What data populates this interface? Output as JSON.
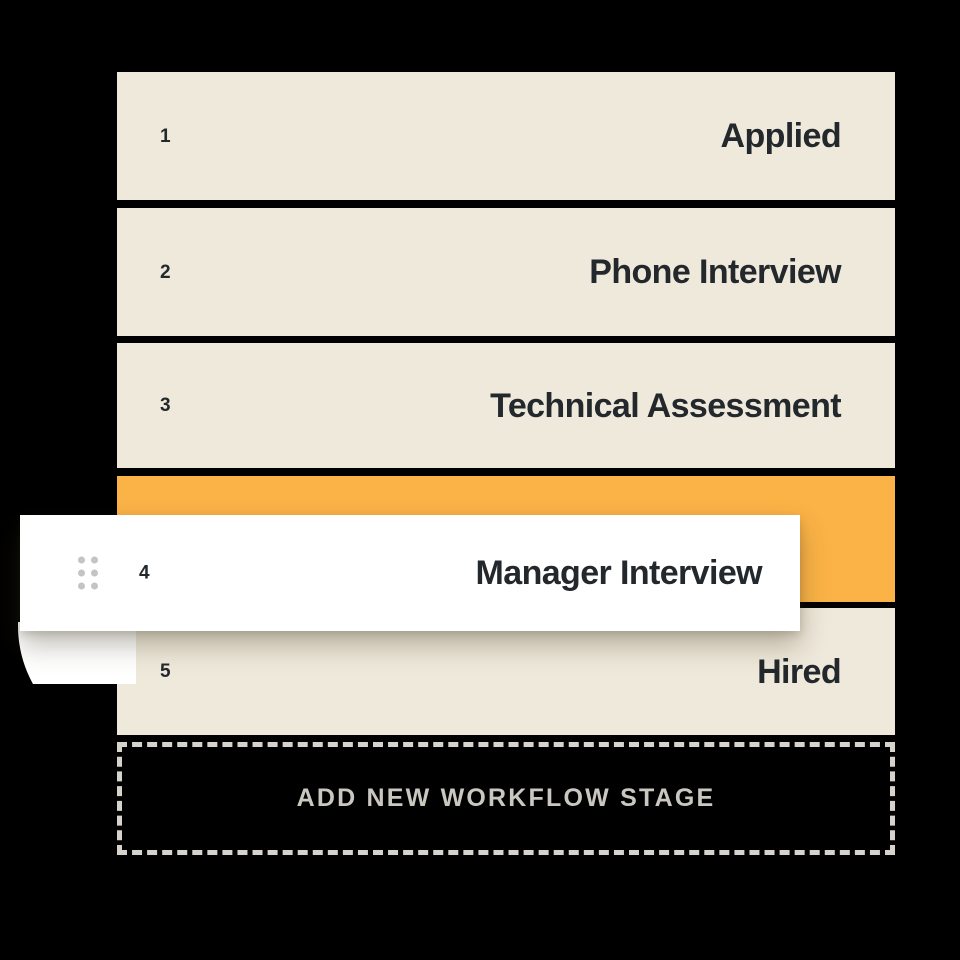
{
  "workflow": {
    "stages": [
      {
        "index": "1",
        "label": "Applied",
        "state": "default"
      },
      {
        "index": "2",
        "label": "Phone Interview",
        "state": "default"
      },
      {
        "index": "3",
        "label": "Technical Assessment",
        "state": "default"
      },
      {
        "index": "4",
        "label": "Manager Interview",
        "state": "dragging-placeholder"
      },
      {
        "index": "5",
        "label": "Hired",
        "state": "default"
      }
    ],
    "add_stage": {
      "label": "Add New Workflow Stage"
    },
    "dragged_card": {
      "index": "4",
      "label": "Manager Interview",
      "handle_icon": "drag-handle-dots-icon"
    }
  },
  "colors": {
    "row_background": "#EFE9DB",
    "row_active_background": "#FBB347",
    "text": "#23282D",
    "add_stage_border": "#D5D3CC",
    "add_stage_text": "#C9C7C0",
    "card_background": "#FFFFFF",
    "handle_dot": "#C4C4C4",
    "page_background": "#000000"
  }
}
